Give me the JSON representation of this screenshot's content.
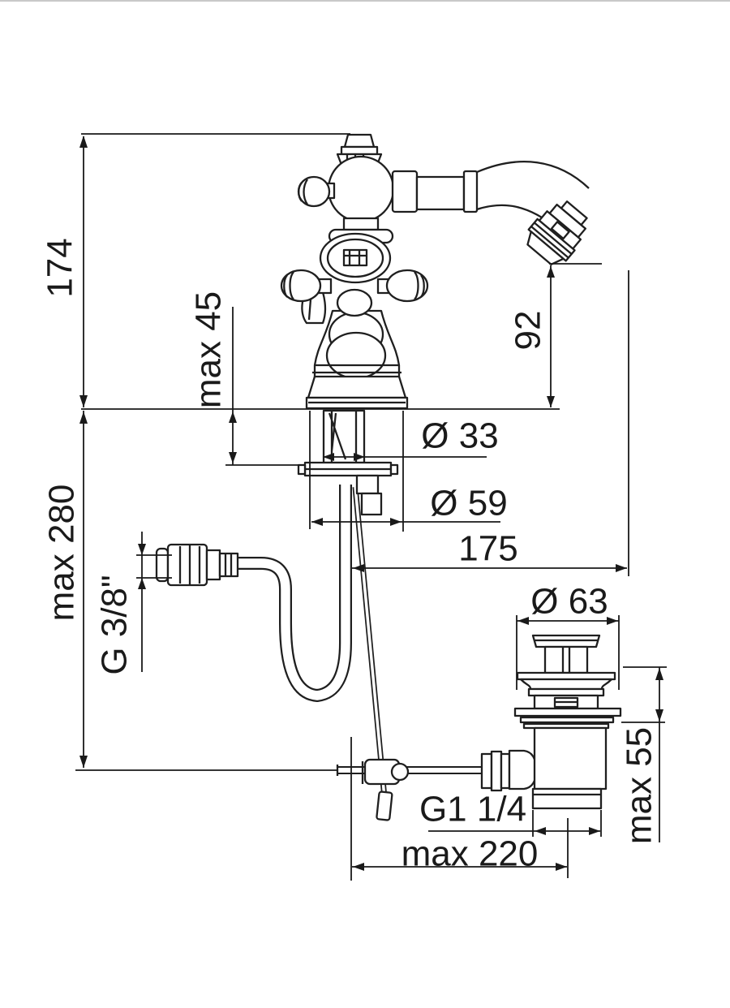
{
  "drawing": {
    "type": "technical installation drawing",
    "subject": "bidet mixer tap with pop-up waste, side elevation"
  },
  "labels": {
    "height_above_deck": "174",
    "deck_thickness": "max 45",
    "outlet_height": "92",
    "shank_diameter": "Ø 33",
    "base_diameter": "Ø 59",
    "spout_reach": "175",
    "below_deck_depth": "max 280",
    "supply_connection": "G 3/8\"",
    "waste_flange_diameter": "Ø 63",
    "basin_max_thickness": "max 55",
    "waste_connection": "G1 1/4",
    "rod_max_reach": "max 220"
  }
}
